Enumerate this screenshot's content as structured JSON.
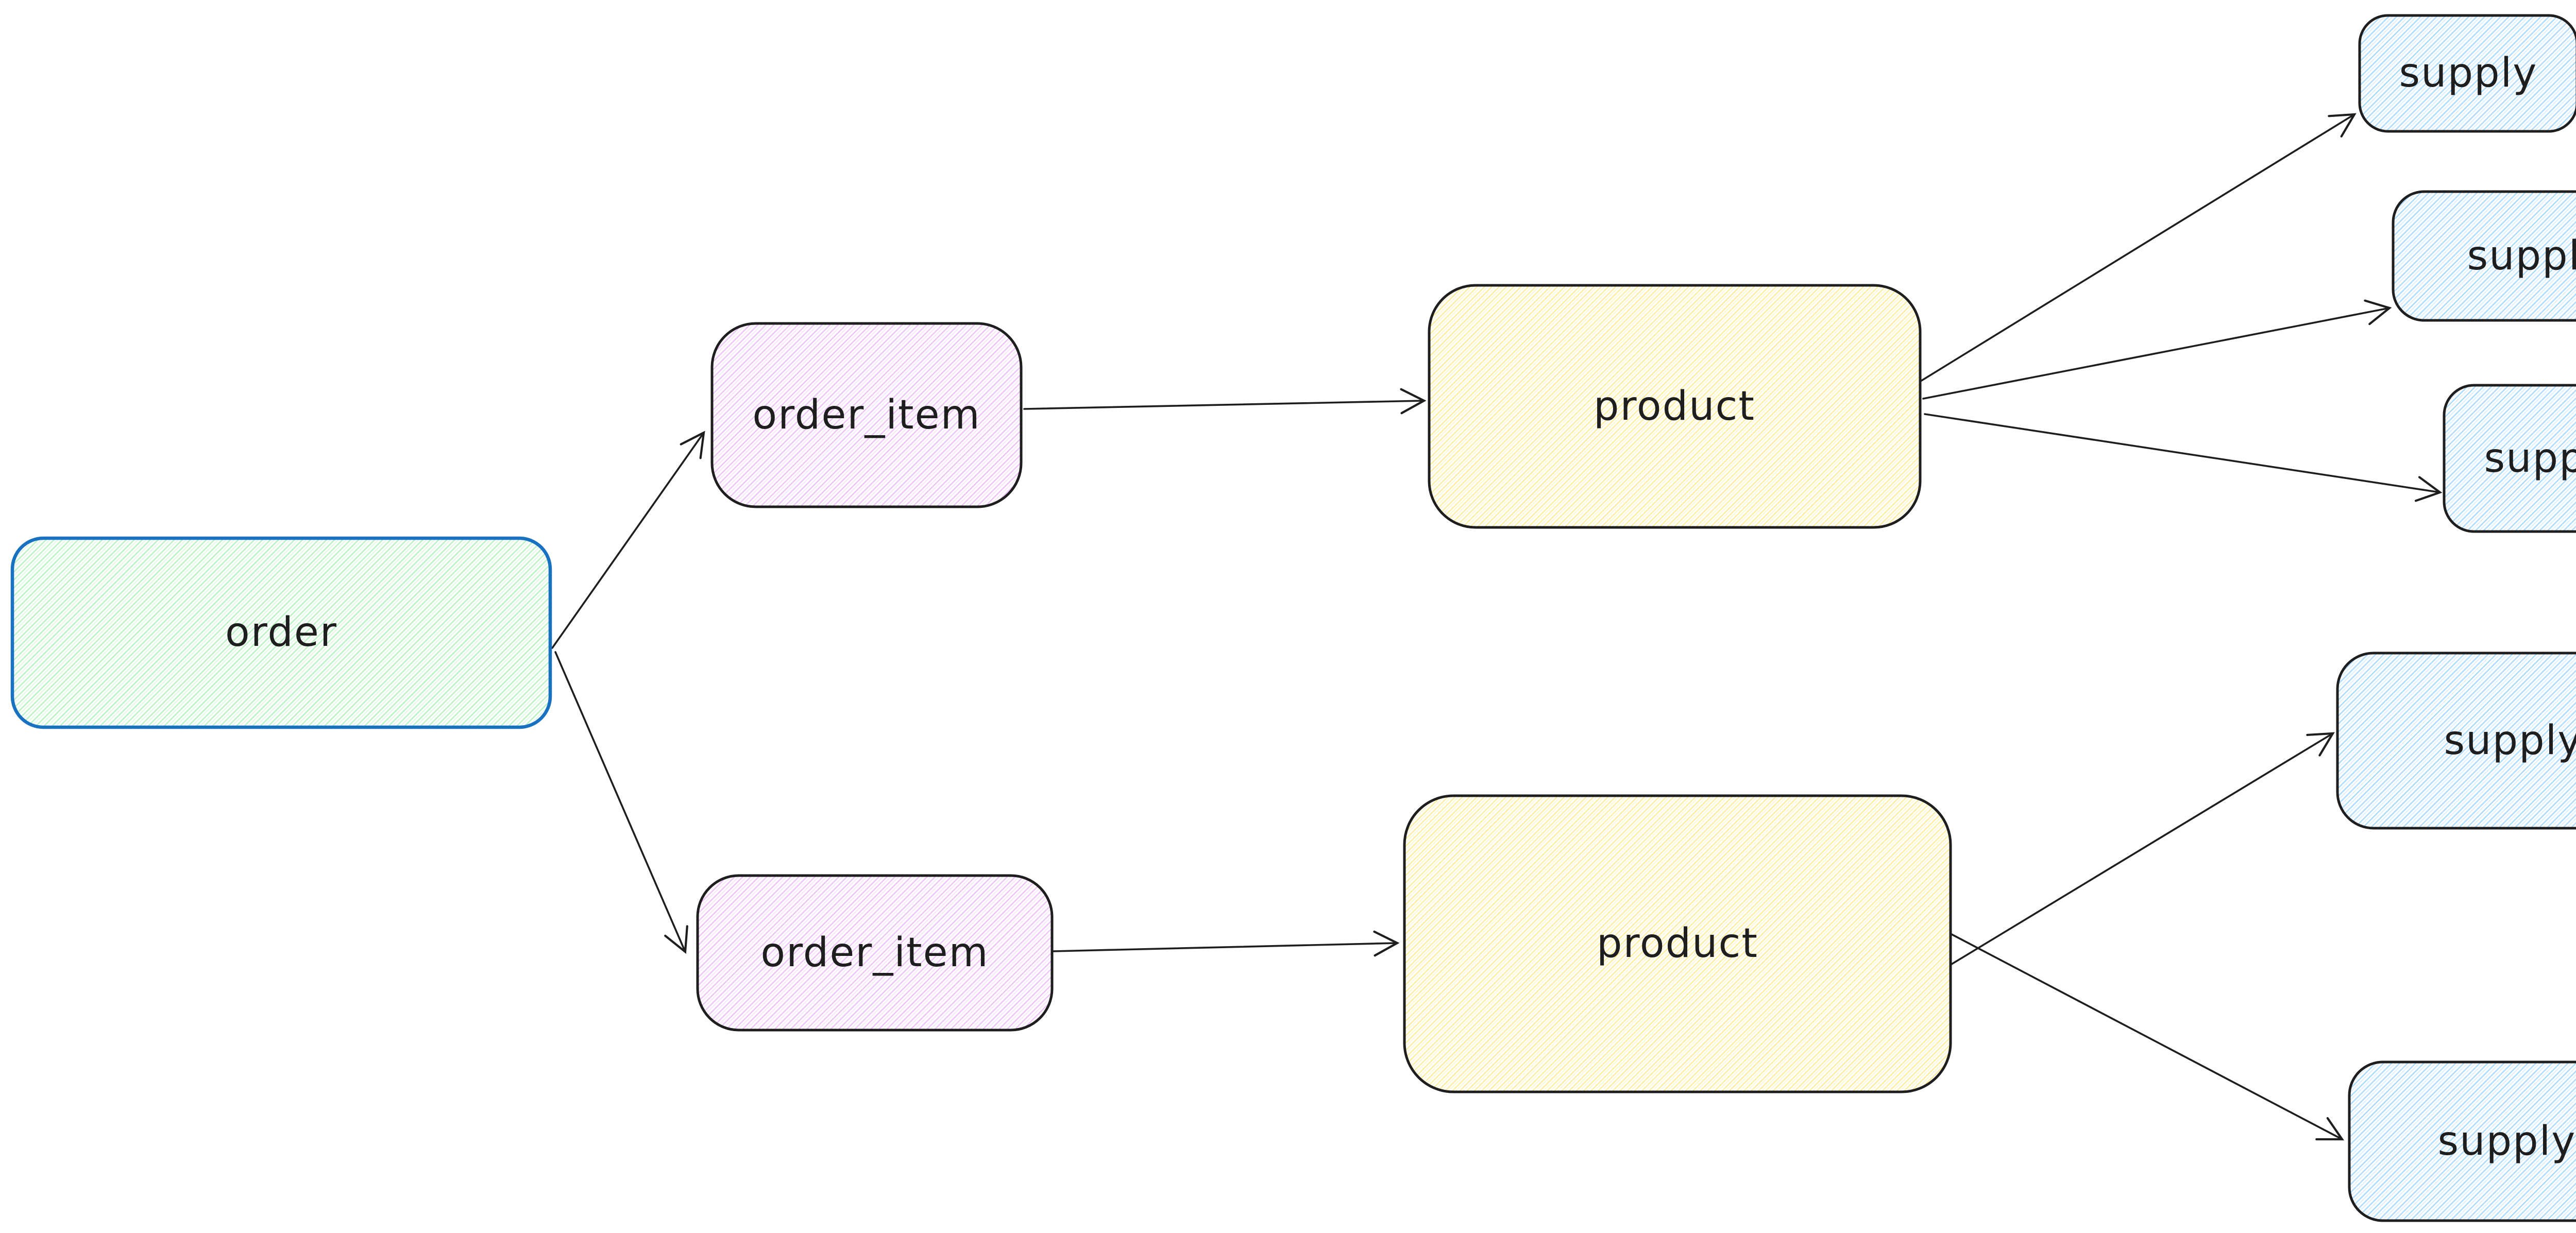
{
  "diagram": {
    "kind": "entity-flow-diagram",
    "canvas_bg": "#ffffff",
    "palette": {
      "stroke_dark": "#1e1e1e",
      "order_border_blue": "#1971c2",
      "green_bg": "#b2f2bb",
      "violet_bg": "#eebefa",
      "yellow_bg": "#ffec99",
      "blue_bg": "#a5d8ff",
      "arrow_color": "#1e1e1e"
    },
    "nodes": [
      {
        "id": "order",
        "label": "order",
        "fill": "#b2f2bb",
        "border": "#1971c2",
        "fill_style": "hachure"
      },
      {
        "id": "order_item_1",
        "label": "order_item",
        "fill": "#eebefa",
        "border": "#1e1e1e",
        "fill_style": "hachure"
      },
      {
        "id": "order_item_2",
        "label": "order_item",
        "fill": "#eebefa",
        "border": "#1e1e1e",
        "fill_style": "hachure"
      },
      {
        "id": "product_1",
        "label": "product",
        "fill": "#ffec99",
        "border": "#1e1e1e",
        "fill_style": "hachure"
      },
      {
        "id": "product_2",
        "label": "product",
        "fill": "#ffec99",
        "border": "#1e1e1e",
        "fill_style": "hachure"
      },
      {
        "id": "supply_1",
        "label": "supply",
        "fill": "#a5d8ff",
        "border": "#1e1e1e",
        "fill_style": "hachure"
      },
      {
        "id": "supply_2",
        "label": "supply",
        "fill": "#a5d8ff",
        "border": "#1e1e1e",
        "fill_style": "hachure"
      },
      {
        "id": "supply_3",
        "label": "supply",
        "fill": "#a5d8ff",
        "border": "#1e1e1e",
        "fill_style": "hachure"
      },
      {
        "id": "supply_4",
        "label": "supply",
        "fill": "#a5d8ff",
        "border": "#1e1e1e",
        "fill_style": "hachure"
      },
      {
        "id": "supply_5",
        "label": "supply",
        "fill": "#a5d8ff",
        "border": "#1e1e1e",
        "fill_style": "hachure"
      }
    ],
    "edges": [
      {
        "from": "order",
        "to": "order_item_1"
      },
      {
        "from": "order",
        "to": "order_item_2"
      },
      {
        "from": "order_item_1",
        "to": "product_1"
      },
      {
        "from": "order_item_2",
        "to": "product_2"
      },
      {
        "from": "product_1",
        "to": "supply_1"
      },
      {
        "from": "product_1",
        "to": "supply_2"
      },
      {
        "from": "product_1",
        "to": "supply_3"
      },
      {
        "from": "product_2",
        "to": "supply_4"
      },
      {
        "from": "product_2",
        "to": "supply_5"
      }
    ]
  }
}
